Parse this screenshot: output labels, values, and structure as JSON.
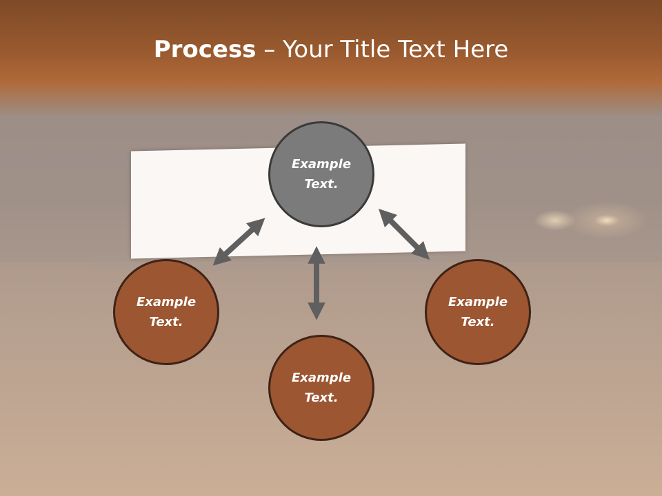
{
  "title": {
    "bold": "Process",
    "rest": " – Your Title Text Here"
  },
  "nodes": {
    "top": "Example\nText.",
    "left": "Example\nText.",
    "right": "Example\nText.",
    "bottom": "Example\nText."
  },
  "colors": {
    "header": "#9a5a2f",
    "node_brown": "#9c5631",
    "node_gray": "#7b7b7b",
    "arrow": "#5f5f5f"
  }
}
